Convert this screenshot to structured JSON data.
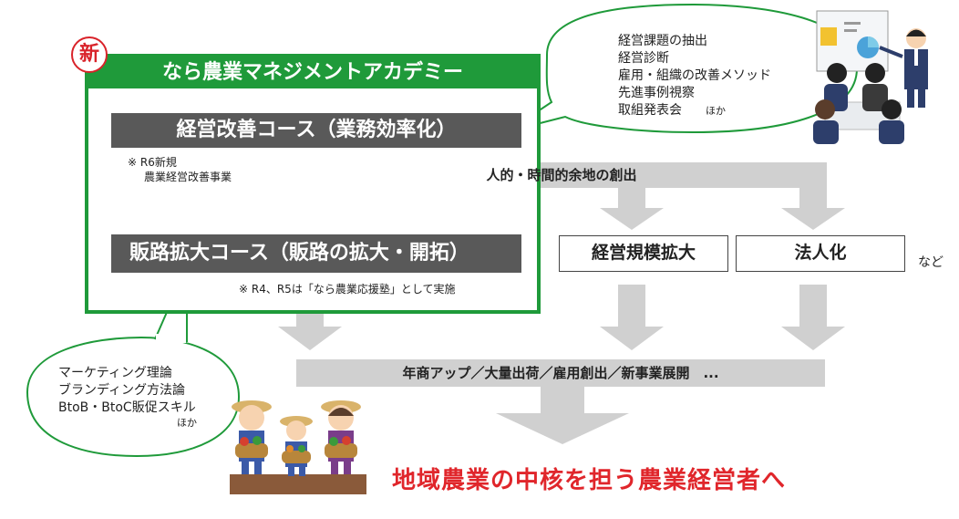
{
  "badge": "新",
  "academy": {
    "title": "なら農業マネジメントアカデミー",
    "course1": "経営改善コース（業務効率化）",
    "note1_line1": "※ R6新規",
    "note1_line2": "農業経営改善事業",
    "course2": "販路拡大コース（販路の拡大・開拓）",
    "note2": "※ R4、R5は「なら農業応援塾」として実施"
  },
  "bubble_top": [
    "経営課題の抽出",
    "経営診断",
    "雇用・組織の改善メソッド",
    "先進事例視察"
  ],
  "bubble_top_last": "取組発表会",
  "bubble_top_suffix": "ほか",
  "bubble_left": [
    "マーケティング理論",
    "ブランディング方法論",
    "BtoB・BtoC販促スキル"
  ],
  "bubble_left_suffix": "ほか",
  "bar_top": "人的・時間的余地の創出",
  "box_scale": "経営規模拡大",
  "box_corp": "法人化",
  "etc": "など",
  "bar_bottom": "年商アップ／大量出荷／雇用創出／新事業展開　...",
  "final": "地域農業の中核を担う農業経営者へ",
  "colors": {
    "green": "#1f9a3a",
    "red": "#e0262b",
    "course": "#595959",
    "arrow": "#d0d0d0"
  }
}
